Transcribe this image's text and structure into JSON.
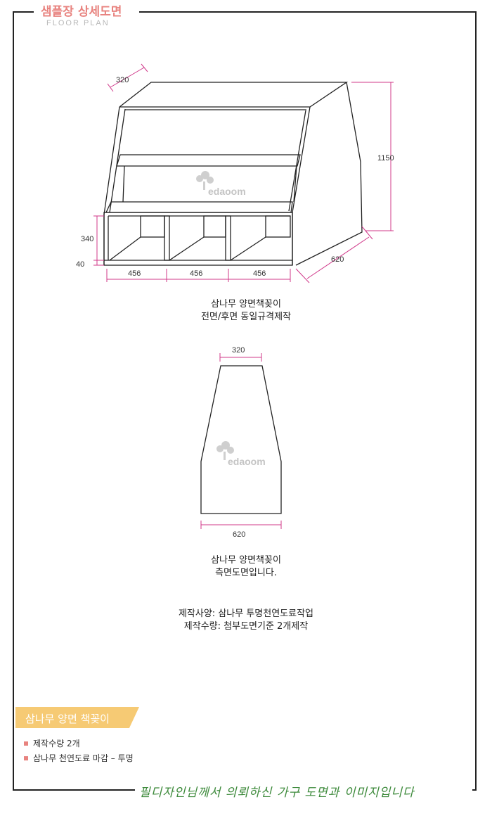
{
  "header": {
    "title": "샘플장 상세도면",
    "subtitle": "FLOOR PLAN"
  },
  "front_view": {
    "dim_top_depth": "320",
    "dim_height": "1150",
    "dim_lower_box": "340",
    "dim_base": "40",
    "dim_bottom_depth": "620",
    "dim_widths": [
      "456",
      "456",
      "456"
    ],
    "watermark": "edaoom",
    "caption_line1": "삼나무 양면책꽂이",
    "caption_line2": "전면/후면 동일규격제작"
  },
  "side_view": {
    "dim_top": "320",
    "dim_bottom": "620",
    "watermark": "edaoom",
    "caption_line1": "삼나무 양면책꽂이",
    "caption_line2": "측면도면입니다."
  },
  "specs": {
    "line1": "제작사양: 삼나무 투명천연도료작업",
    "line2": "제작수량: 첨부도면기준 2개제작"
  },
  "product": {
    "badge": "삼나무 양면 책꽂이",
    "bullets": [
      "제작수량  2개",
      "삼나무 천연도료 마감 – 투명"
    ]
  },
  "footer": {
    "text": "필디자인님께서 의뢰하신 가구 도면과 이미지입니다"
  },
  "colors": {
    "dimension": "#d0388a",
    "accent": "#e8837f",
    "badge": "#f6ca74",
    "footer": "#3d8a3b"
  }
}
